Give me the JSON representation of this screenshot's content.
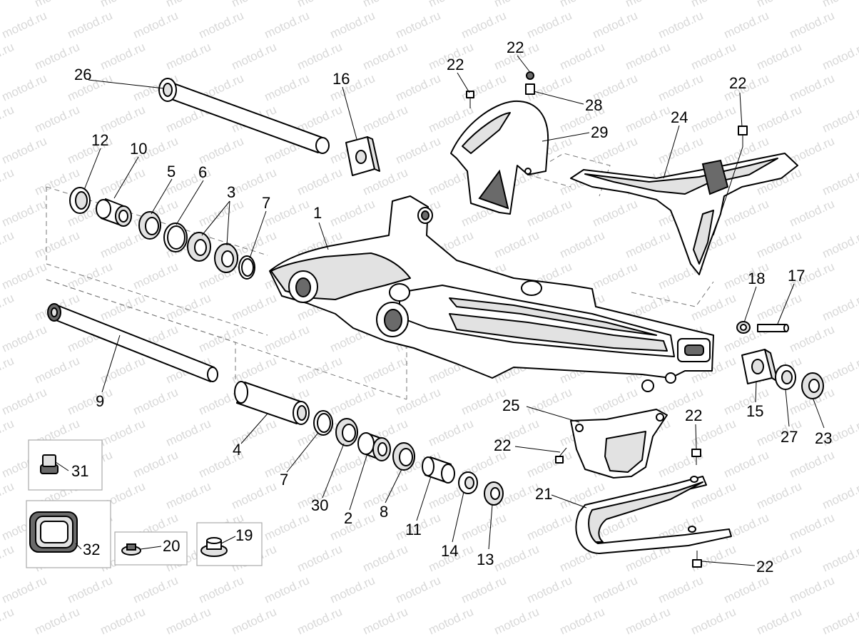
{
  "watermark": "motod.ru",
  "callouts": [
    {
      "id": "26",
      "text": "26"
    },
    {
      "id": "16",
      "text": "16"
    },
    {
      "id": "22a",
      "text": "22"
    },
    {
      "id": "22b",
      "text": "22"
    },
    {
      "id": "22c",
      "text": "22"
    },
    {
      "id": "28",
      "text": "28"
    },
    {
      "id": "29",
      "text": "29"
    },
    {
      "id": "24",
      "text": "24"
    },
    {
      "id": "12",
      "text": "12"
    },
    {
      "id": "10",
      "text": "10"
    },
    {
      "id": "5",
      "text": "5"
    },
    {
      "id": "6",
      "text": "6"
    },
    {
      "id": "3",
      "text": "3"
    },
    {
      "id": "7a",
      "text": "7"
    },
    {
      "id": "1",
      "text": "1"
    },
    {
      "id": "18",
      "text": "18"
    },
    {
      "id": "17",
      "text": "17"
    },
    {
      "id": "9",
      "text": "9"
    },
    {
      "id": "15",
      "text": "15"
    },
    {
      "id": "25",
      "text": "25"
    },
    {
      "id": "22d",
      "text": "22"
    },
    {
      "id": "22e",
      "text": "22"
    },
    {
      "id": "27",
      "text": "27"
    },
    {
      "id": "23",
      "text": "23"
    },
    {
      "id": "4",
      "text": "4"
    },
    {
      "id": "31",
      "text": "31"
    },
    {
      "id": "7b",
      "text": "7"
    },
    {
      "id": "30",
      "text": "30"
    },
    {
      "id": "2",
      "text": "2"
    },
    {
      "id": "8",
      "text": "8"
    },
    {
      "id": "11",
      "text": "11"
    },
    {
      "id": "21",
      "text": "21"
    },
    {
      "id": "14",
      "text": "14"
    },
    {
      "id": "13",
      "text": "13"
    },
    {
      "id": "32",
      "text": "32"
    },
    {
      "id": "20",
      "text": "20"
    },
    {
      "id": "19",
      "text": "19"
    },
    {
      "id": "22f",
      "text": "22"
    }
  ],
  "colors": {
    "line": "#000000",
    "watermark": "#d8d8d8",
    "shade": "#e2e2e2",
    "background": "#ffffff"
  }
}
